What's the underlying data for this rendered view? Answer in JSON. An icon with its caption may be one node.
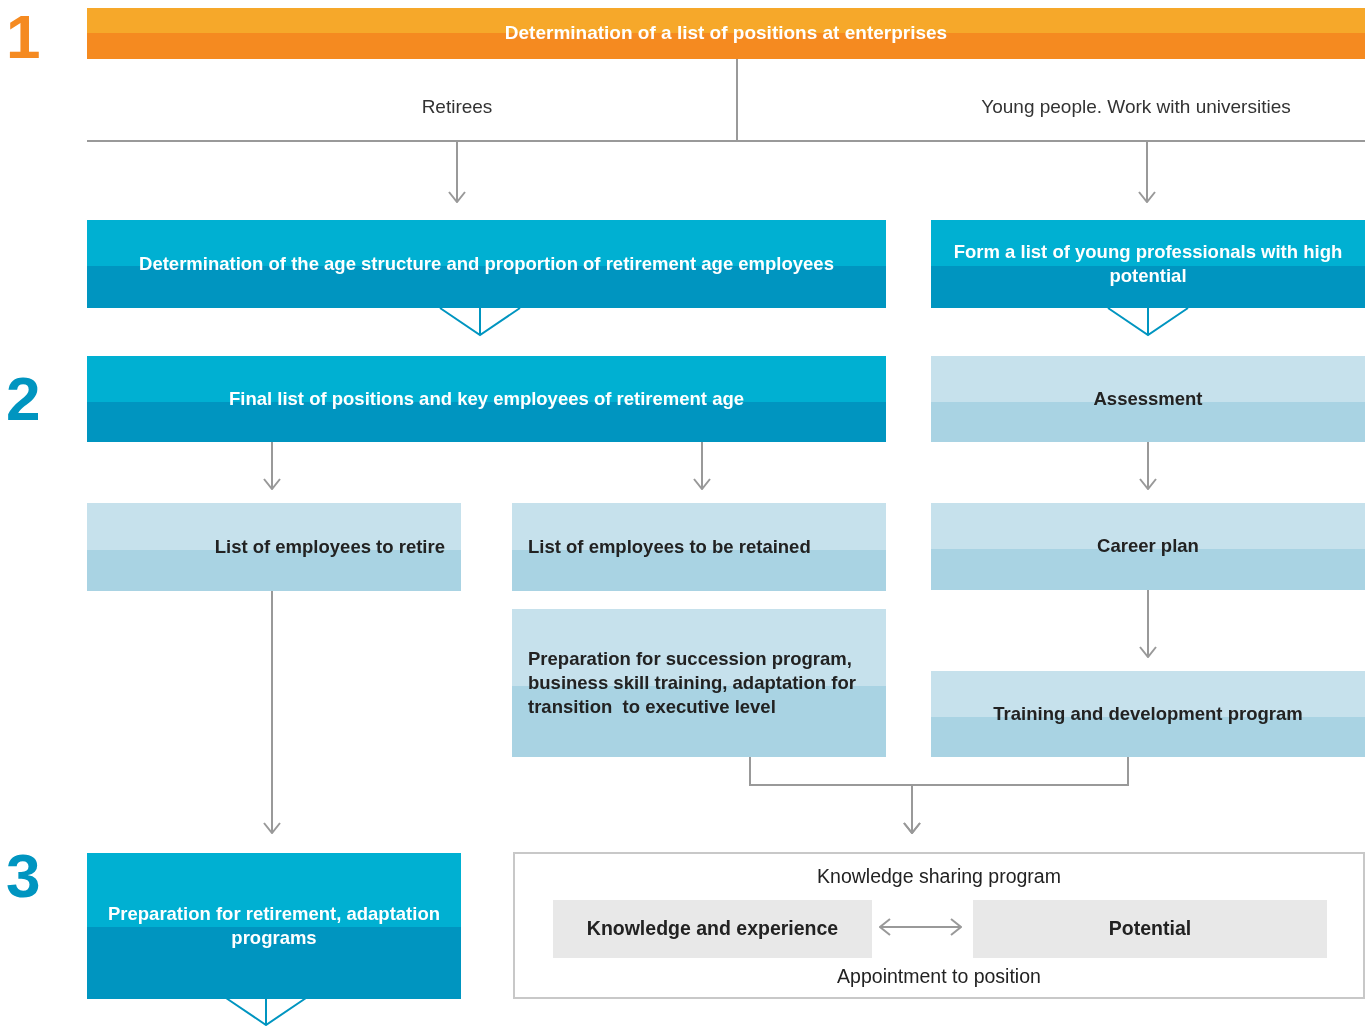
{
  "diagram": {
    "nodes": [
      {
        "text": [
          "Determination of a list of positions at enterprises"
        ]
      },
      {
        "text": [
          "Determination of the age structure and proportion of retirement age employees"
        ]
      },
      {
        "text": [
          "Form a list of young professionals with high potential"
        ]
      },
      {
        "text": [
          "Final list of positions and key employees of retirement age"
        ]
      },
      {
        "text": [
          "Assessment"
        ]
      },
      {
        "text": [
          "List of employees to retire"
        ]
      },
      {
        "text": [
          "List of employees to be retained"
        ]
      },
      {
        "text": [
          "Career plan"
        ]
      },
      {
        "text": [
          "Preparation for succession program, business skill training, adaptation for transition  to executive level"
        ]
      },
      {
        "text": [
          "Training and development program"
        ]
      },
      {
        "text": [
          "Preparation for retirement, adaptation programs"
        ]
      },
      {
        "text": [
          "Knowledge sharing program",
          "Appointment to position"
        ]
      },
      {
        "text": [
          "Knowledge and experience"
        ],
        "in": 11
      },
      {
        "text": [
          "Potential"
        ],
        "in": 11
      }
    ],
    "edges": [
      {
        "from": 0,
        "to": 1,
        "arrow": "to",
        "label": "Retirees"
      },
      {
        "from": 0,
        "to": 2,
        "arrow": "to",
        "label": "Young people. Work with universities"
      },
      {
        "from": 1,
        "to": 3,
        "arrow": "to",
        "color": "#0095c0"
      },
      {
        "from": 2,
        "to": 4,
        "arrow": "to",
        "color": "#0095c0"
      },
      {
        "from": 3,
        "to": 5,
        "arrow": "to"
      },
      {
        "from": 3,
        "to": 6,
        "arrow": "to"
      },
      {
        "from": 4,
        "to": 7,
        "arrow": "to"
      },
      {
        "from": 7,
        "to": 9,
        "arrow": "to"
      },
      {
        "from": 5,
        "to": 10,
        "arrow": "to"
      },
      {
        "from": 8,
        "to": 11,
        "arrow": "to"
      },
      {
        "from": 9,
        "to": 11,
        "arrow": "to"
      },
      {
        "from": 12,
        "to": 13,
        "arrow": "both"
      },
      {
        "from": 10,
        "to": null,
        "arrow": "to",
        "color": "#0095c0"
      }
    ],
    "labels": [
      "1",
      "2",
      "3"
    ]
  }
}
